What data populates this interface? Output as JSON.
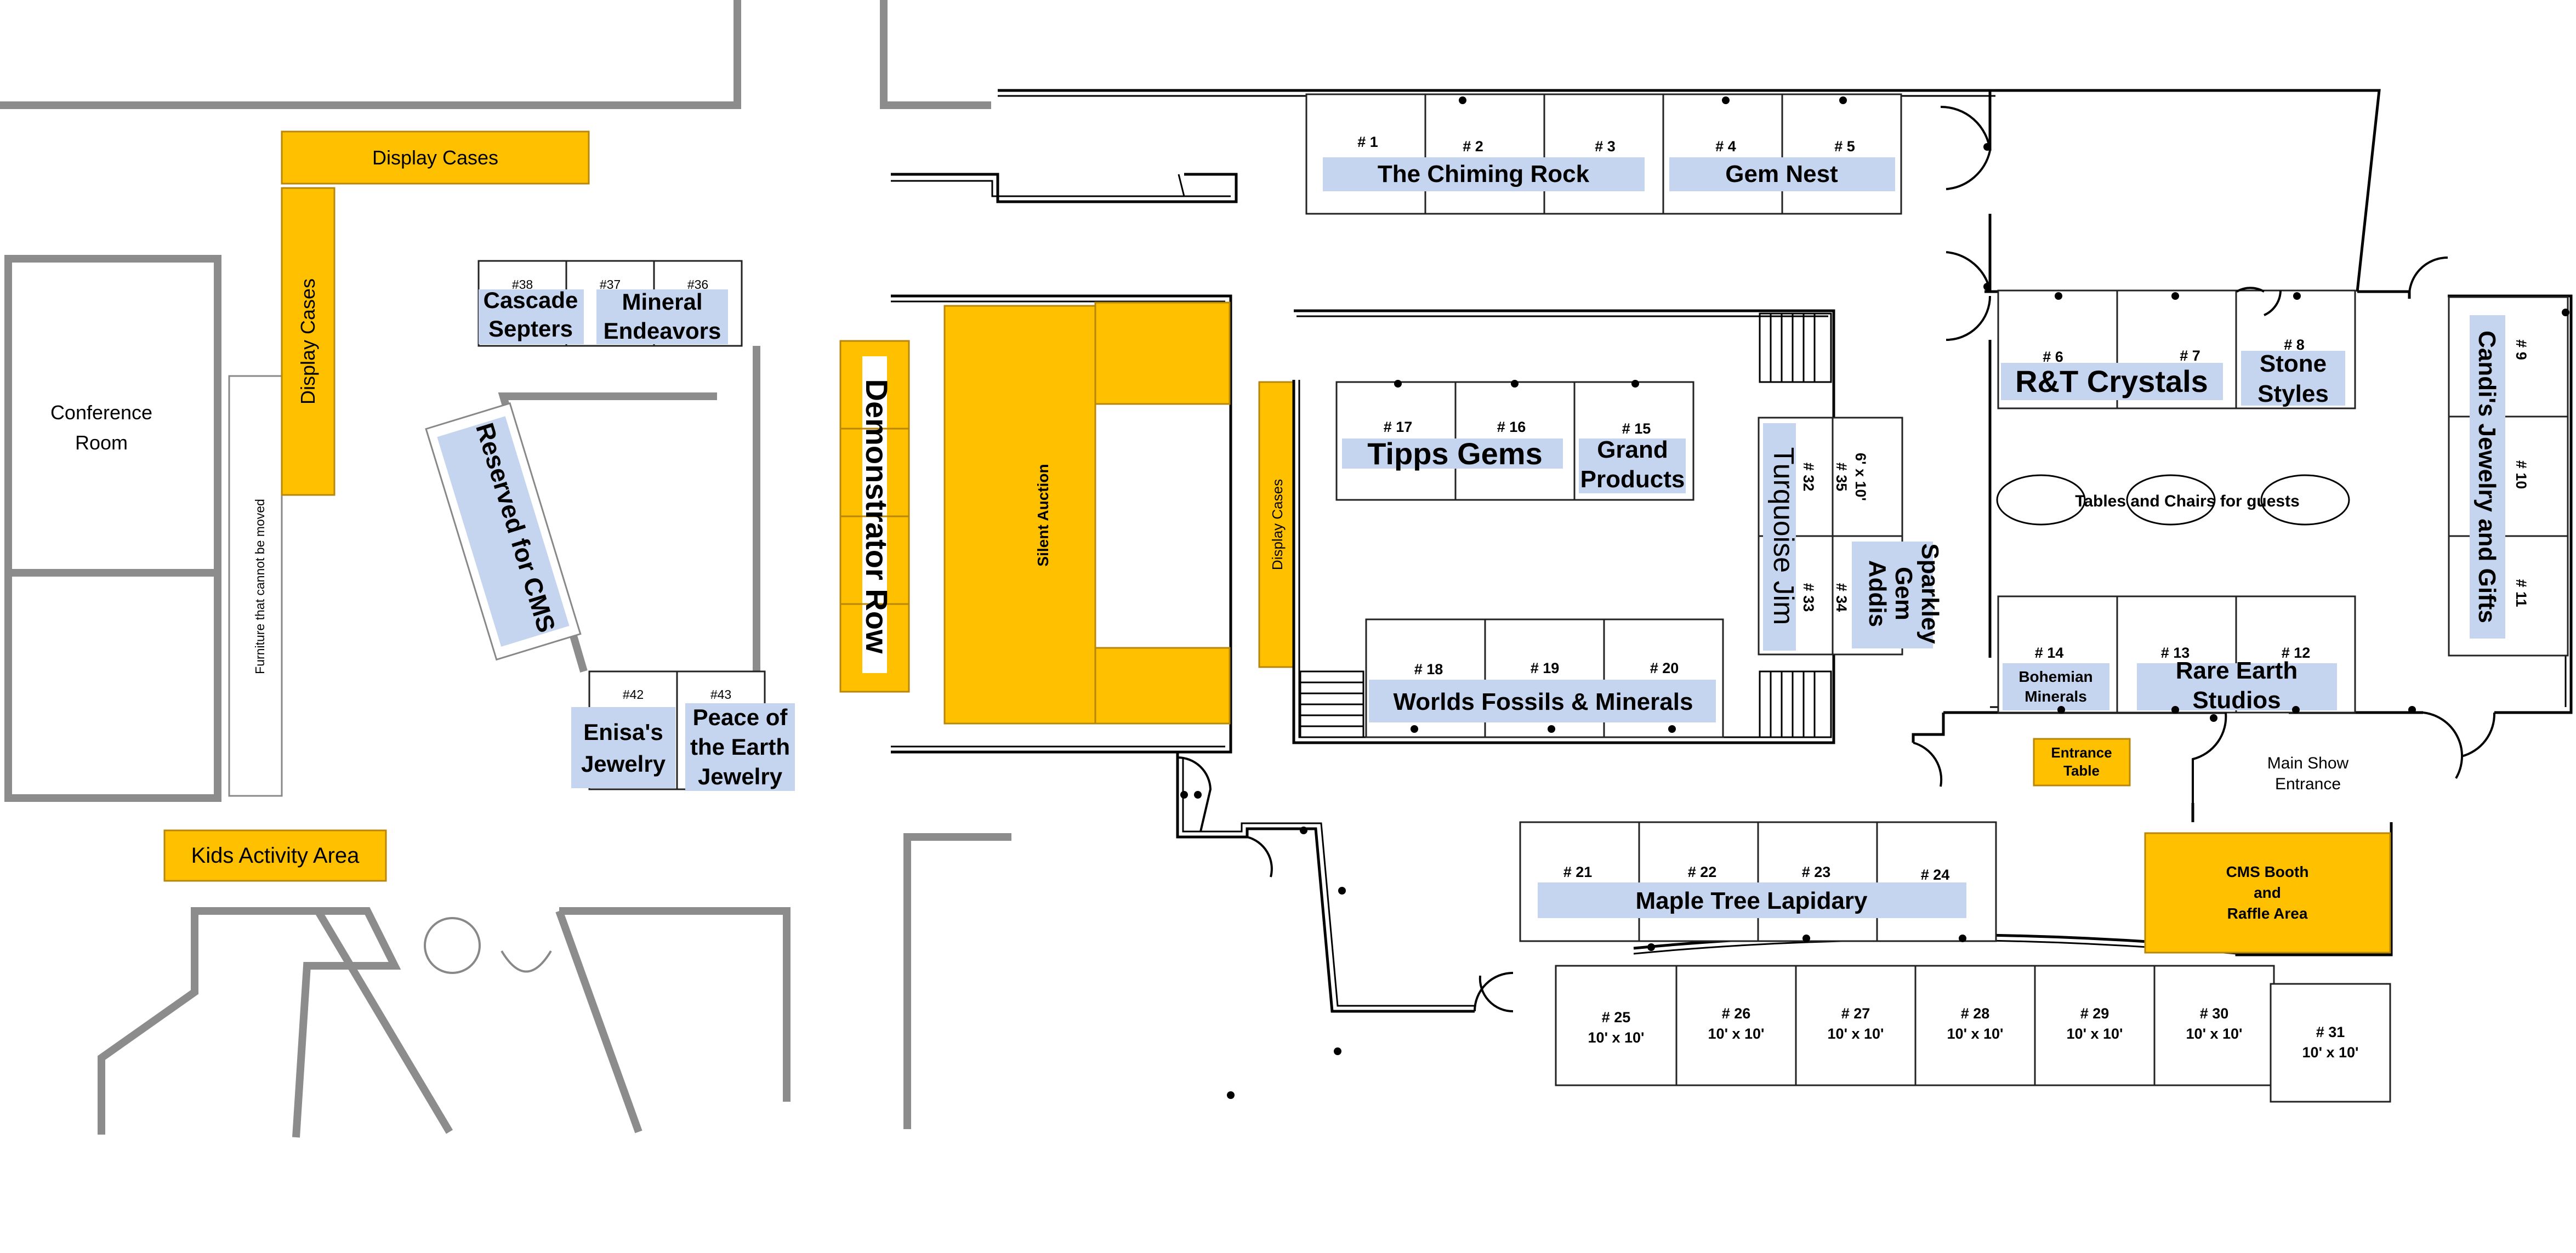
{
  "areas": {
    "display_cases_top": "Display Cases",
    "display_cases_vertical": "Display Cases",
    "display_cases_center": "Display Cases",
    "conference_room_line1": "Conference",
    "conference_room_line2": "Room",
    "furniture_note": "Furniture that cannot be moved",
    "kids_activity": "Kids Activity Area",
    "demonstrator_row": "Demonstrator Row",
    "silent_auction": "Silent Auction",
    "reserved_cms": "Reserved for CMS",
    "tables_chairs": "Tables and Chairs for guests",
    "main_entrance_line1": "Main Show",
    "main_entrance_line2": "Entrance",
    "entrance_table_line1": "Entrance",
    "entrance_table_line2": "Table",
    "cms_booth_line1": "CMS Booth",
    "cms_booth_line2": "and",
    "cms_booth_line3": "Raffle Area"
  },
  "booth_numbers": {
    "b1": "# 1",
    "b2": "# 2",
    "b3": "# 3",
    "b4": "# 4",
    "b5": "# 5",
    "b6": "# 6",
    "b7": "# 7",
    "b8": "# 8",
    "b9": "# 9",
    "b10": "# 10",
    "b11": "# 11",
    "b12": "# 12",
    "b13": "# 13",
    "b14": "# 14",
    "b15": "# 15",
    "b16": "# 16",
    "b17": "# 17",
    "b18": "# 18",
    "b19": "# 19",
    "b20": "# 20",
    "b21": "# 21",
    "b22": "# 22",
    "b23": "# 23",
    "b24": "# 24",
    "b25": "# 25",
    "b26": "# 26",
    "b27": "# 27",
    "b28": "# 28",
    "b29": "# 29",
    "b30": "# 30",
    "b31": "# 31",
    "b32": "# 32",
    "b33": "# 33",
    "b34": "# 34",
    "b35": "# 35",
    "b36": "#36",
    "b37": "#37",
    "b38": "#38",
    "b42": "#42",
    "b43": "#43"
  },
  "booth_size": "10' x 10'",
  "booth_size_small": "6' x 10'",
  "vendors": {
    "chiming_rock": "The Chiming Rock",
    "gem_nest": "Gem Nest",
    "rt_crystals": "R&T Crystals",
    "stone_styles_1": "Stone",
    "stone_styles_2": "Styles",
    "candis": "Candi's Jewelry and Gifts",
    "tipps": "Tipps Gems",
    "grand_1": "Grand",
    "grand_2": "Products",
    "turquoise": "Turquoise Jim",
    "addis_1": "Addis",
    "addis_2": "Gem",
    "addis_3": "Sparkley",
    "worlds": "Worlds Fossils & Minerals",
    "bohemian_1": "Bohemian",
    "bohemian_2": "Minerals",
    "rare_earth_1": "Rare Earth",
    "rare_earth_2": "Studios",
    "maple": "Maple Tree Lapidary",
    "cascade_1": "Cascade",
    "cascade_2": "Septers",
    "mineral_1": "Mineral",
    "mineral_2": "Endeavors",
    "enisa_1": "Enisa's",
    "enisa_2": "Jewelry",
    "peace_1": "Peace of",
    "peace_2": "the Earth",
    "peace_3": "Jewelry"
  },
  "colors": {
    "orange": "#ffc000",
    "blue_label": "#c5d5ef",
    "wall_gray": "#8c8c8c"
  }
}
